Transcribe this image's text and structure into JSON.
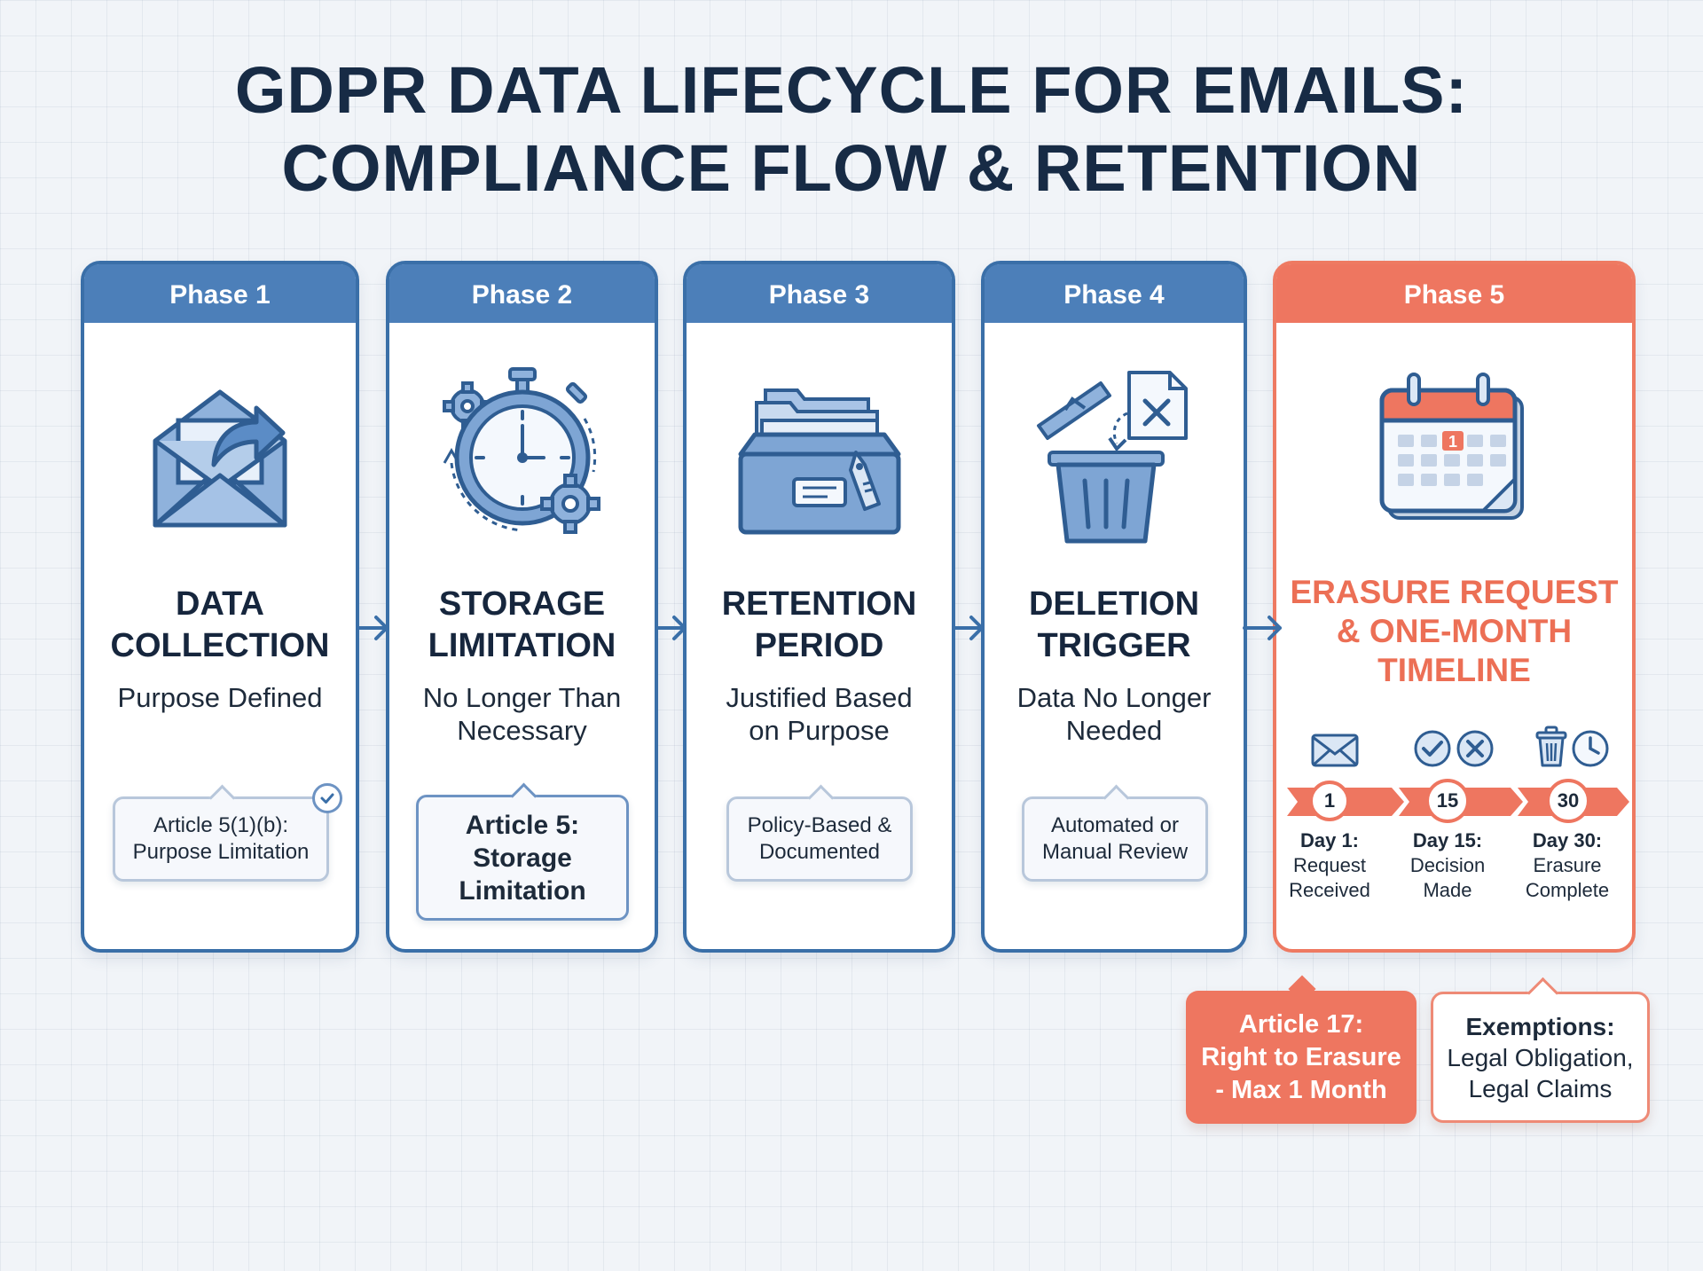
{
  "title": {
    "line1": "GDPR DATA LIFECYCLE FOR EMAILS:",
    "line2": "COMPLIANCE FLOW & RETENTION"
  },
  "phases": [
    {
      "label": "Phase 1",
      "title_line1": "DATA",
      "title_line2": "COLLECTION",
      "subtitle_line1": "Purpose Defined",
      "subtitle_line2": "",
      "note_line1": "Article 5(1)(b):",
      "note_line2": "Purpose Limitation",
      "note_line3": "",
      "icon": "envelope-icon"
    },
    {
      "label": "Phase 2",
      "title_line1": "STORAGE",
      "title_line2": "LIMITATION",
      "subtitle_line1": "No Longer Than",
      "subtitle_line2": "Necessary",
      "note_line1": "Article 5:",
      "note_line2": "Storage",
      "note_line3": "Limitation",
      "icon": "stopwatch-icon"
    },
    {
      "label": "Phase 3",
      "title_line1": "RETENTION",
      "title_line2": "PERIOD",
      "subtitle_line1": "Justified Based",
      "subtitle_line2": "on Purpose",
      "note_line1": "Policy-Based &",
      "note_line2": "Documented",
      "note_line3": "",
      "icon": "file-archive-icon"
    },
    {
      "label": "Phase 4",
      "title_line1": "DELETION",
      "title_line2": "TRIGGER",
      "subtitle_line1": "Data No Longer",
      "subtitle_line2": "Needed",
      "note_line1": "Automated or",
      "note_line2": "Manual Review",
      "note_line3": "",
      "icon": "trash-can-icon"
    },
    {
      "label": "Phase 5",
      "title_line1": "ERASURE REQUEST",
      "title_line2": "& ONE-MONTH",
      "title_line3": "TIMELINE",
      "icon": "calendar-icon",
      "calendar_badge": "1",
      "timeline": [
        {
          "marker": "1",
          "label_bold": "Day 1:",
          "label_line2": "Request",
          "label_line3": "Received"
        },
        {
          "marker": "15",
          "label_bold": "Day 15:",
          "label_line2": "Decision",
          "label_line3": "Made"
        },
        {
          "marker": "30",
          "label_bold": "Day 30:",
          "label_line2": "Erasure",
          "label_line3": "Complete"
        }
      ]
    }
  ],
  "callouts": {
    "article17_line1": "Article 17:",
    "article17_line2": "Right to Erasure",
    "article17_line3": "- Max 1 Month",
    "exemptions_bold": "Exemptions:",
    "exemptions_line2": "Legal Obligation,",
    "exemptions_line3": "Legal Claims"
  },
  "colors": {
    "blue_primary": "#3a6fa8",
    "blue_header": "#4c7fb9",
    "red_primary": "#ee7660",
    "title_dark": "#172b45"
  }
}
